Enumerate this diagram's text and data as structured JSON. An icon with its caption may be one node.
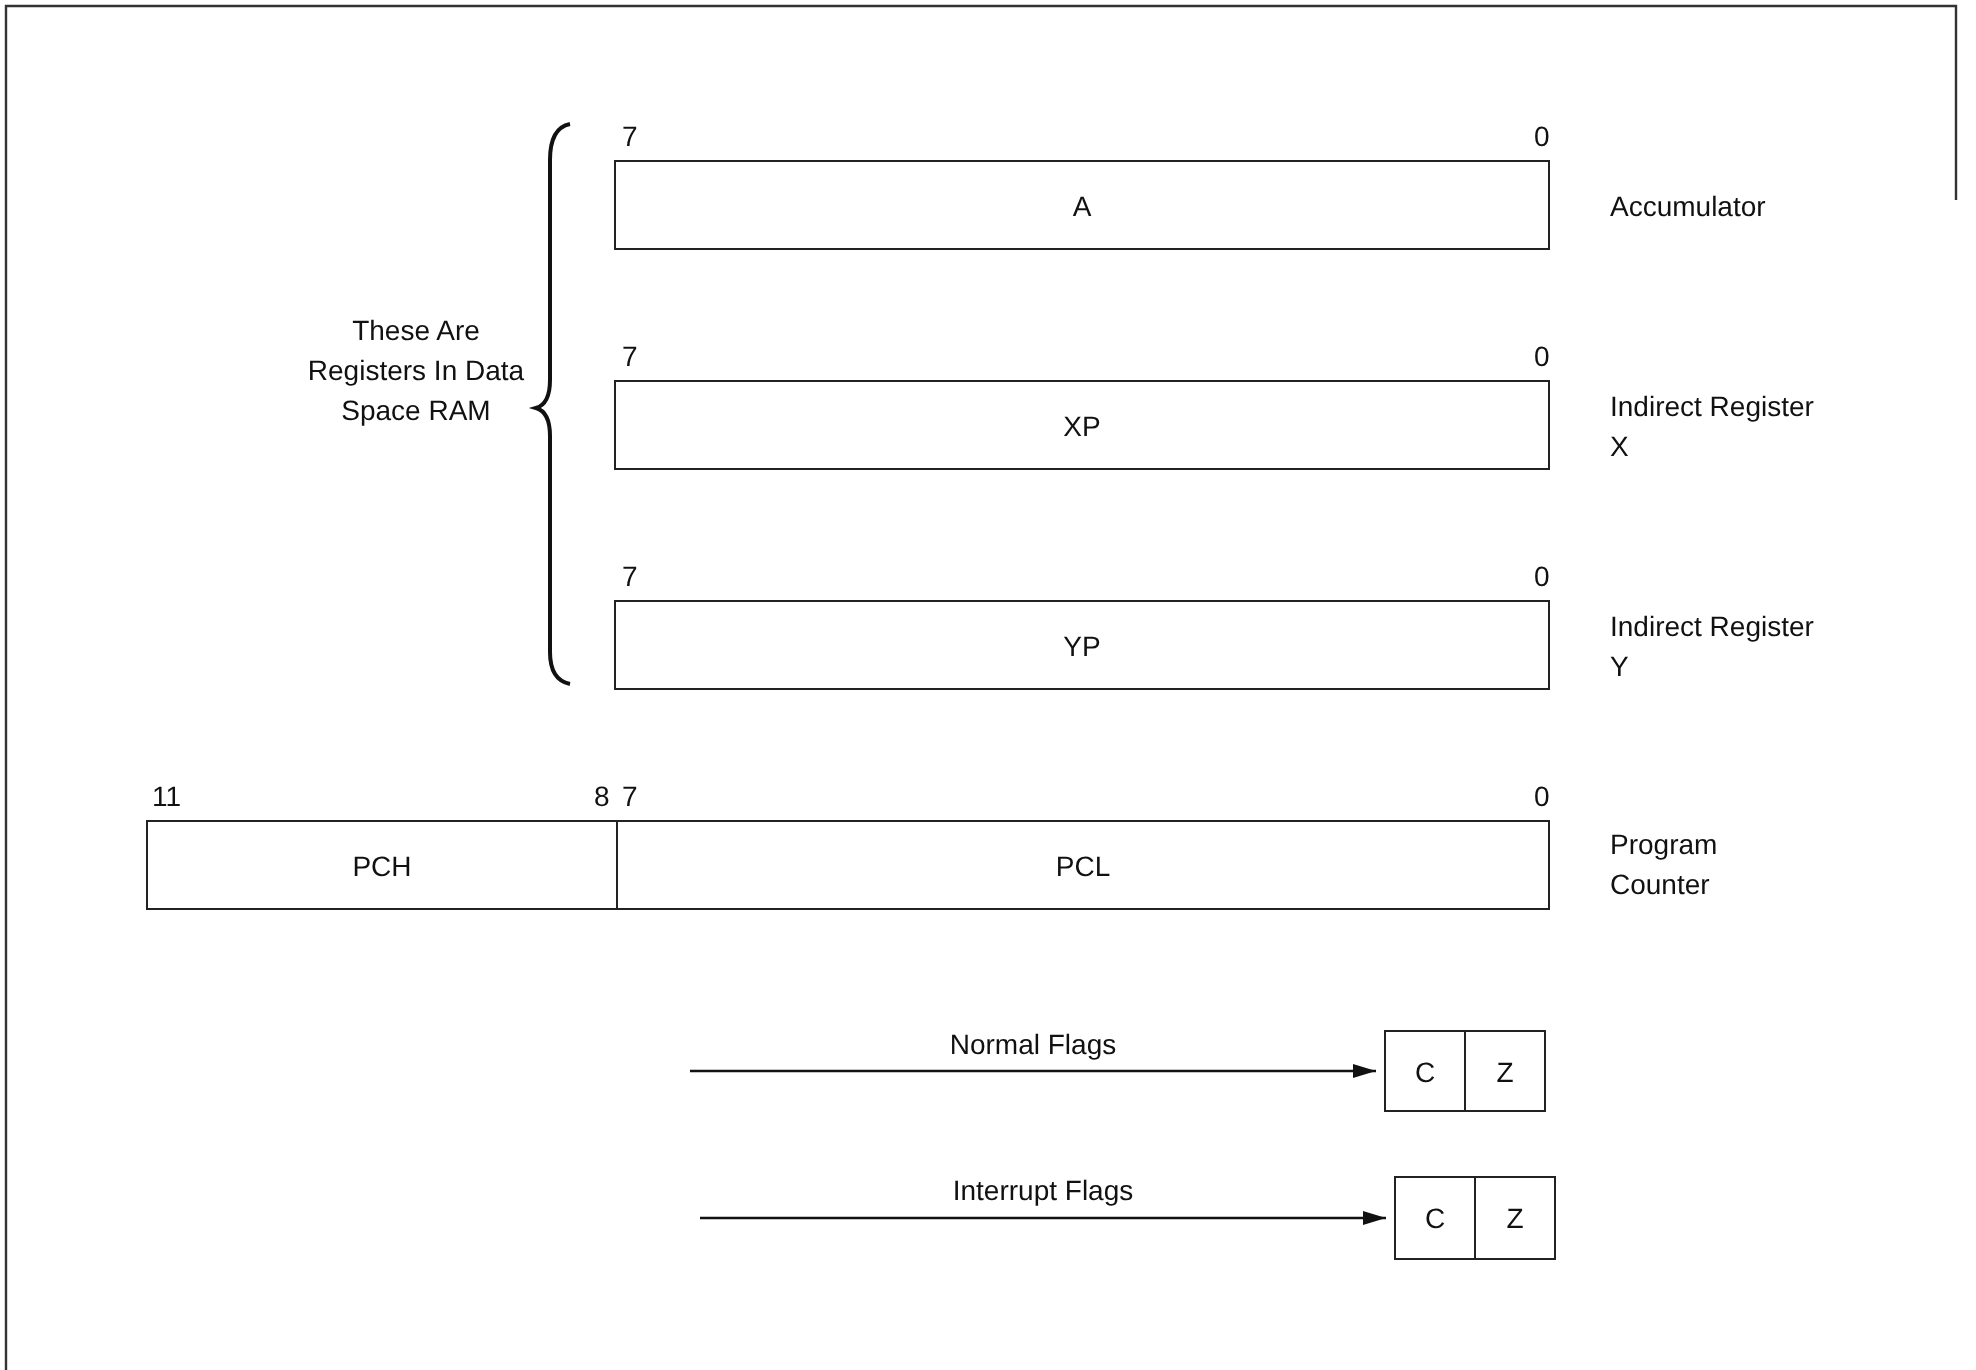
{
  "diagram": {
    "nodes": [
      {
        "text": [
          "A"
        ],
        "beside": [
          "Accumulator"
        ]
      },
      {
        "text": [
          "XP"
        ],
        "beside": [
          "Indirect Register X"
        ]
      },
      {
        "text": [
          "YP"
        ],
        "beside": [
          "Indirect Register Y"
        ]
      },
      {
        "text": [
          "PCH"
        ]
      },
      {
        "text": [
          "PCL"
        ]
      },
      {
        "text": [
          "C"
        ]
      },
      {
        "text": [
          "Z"
        ]
      },
      {
        "text": [
          "C"
        ]
      },
      {
        "text": [
          "Z"
        ]
      }
    ],
    "edges": [
      {
        "from": null,
        "to": 5,
        "arrow": "to",
        "label": "Normal Flags"
      },
      {
        "from": null,
        "to": 7,
        "arrow": "to",
        "label": "Interrupt Flags"
      }
    ],
    "labels": [
      "7",
      "0",
      "These Are Registers In Data Space RAM",
      "7",
      "0",
      "7",
      "0",
      "11",
      "8",
      "7",
      "0",
      "Program Counter"
    ]
  }
}
